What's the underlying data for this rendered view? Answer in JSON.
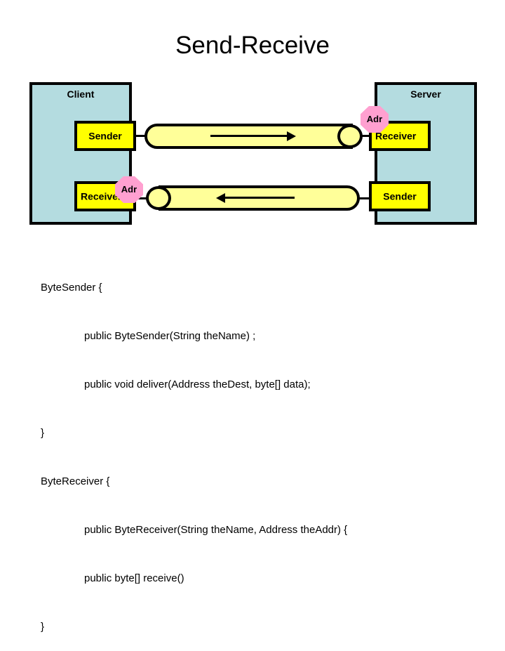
{
  "slide": {
    "title": "Send-Receive"
  },
  "diagram": {
    "type": "component-connector",
    "client": {
      "label": "Client",
      "components": [
        {
          "label": "Sender",
          "role": "provided-interface"
        },
        {
          "label": "Receiver",
          "role": "required-interface",
          "address_label": "Adr"
        }
      ]
    },
    "server": {
      "label": "Server",
      "components": [
        {
          "label": "Receiver",
          "role": "required-interface",
          "address_label": "Adr"
        },
        {
          "label": "Sender",
          "role": "provided-interface"
        }
      ]
    },
    "connectors": [
      {
        "name": "client-sender-to-server-receiver",
        "direction": "right",
        "from": "Sender",
        "to": "Receiver"
      },
      {
        "name": "server-sender-to-client-receiver",
        "direction": "left",
        "from": "Sender",
        "to": "Receiver"
      }
    ],
    "address_label": "Adr",
    "colors": {
      "container_fill": "#b4dce0",
      "component_fill": "#ffff00",
      "pipe_fill": "#ffff99",
      "address_fill": "#ffa0d0",
      "stroke": "#000000",
      "background": "#ffffff"
    }
  },
  "code": {
    "lines": [
      {
        "text": "ByteSender {",
        "indent": false
      },
      {
        "text": "public ByteSender(String theName) ;",
        "indent": true
      },
      {
        "text": "public void deliver(Address theDest, byte[] data);",
        "indent": true
      },
      {
        "text": "}",
        "indent": false
      },
      {
        "text": "ByteReceiver {",
        "indent": false
      },
      {
        "text": "public ByteReceiver(String theName, Address theAddr) {",
        "indent": true
      },
      {
        "text": "public byte[] receive()",
        "indent": true
      },
      {
        "text": "}",
        "indent": false
      }
    ]
  }
}
